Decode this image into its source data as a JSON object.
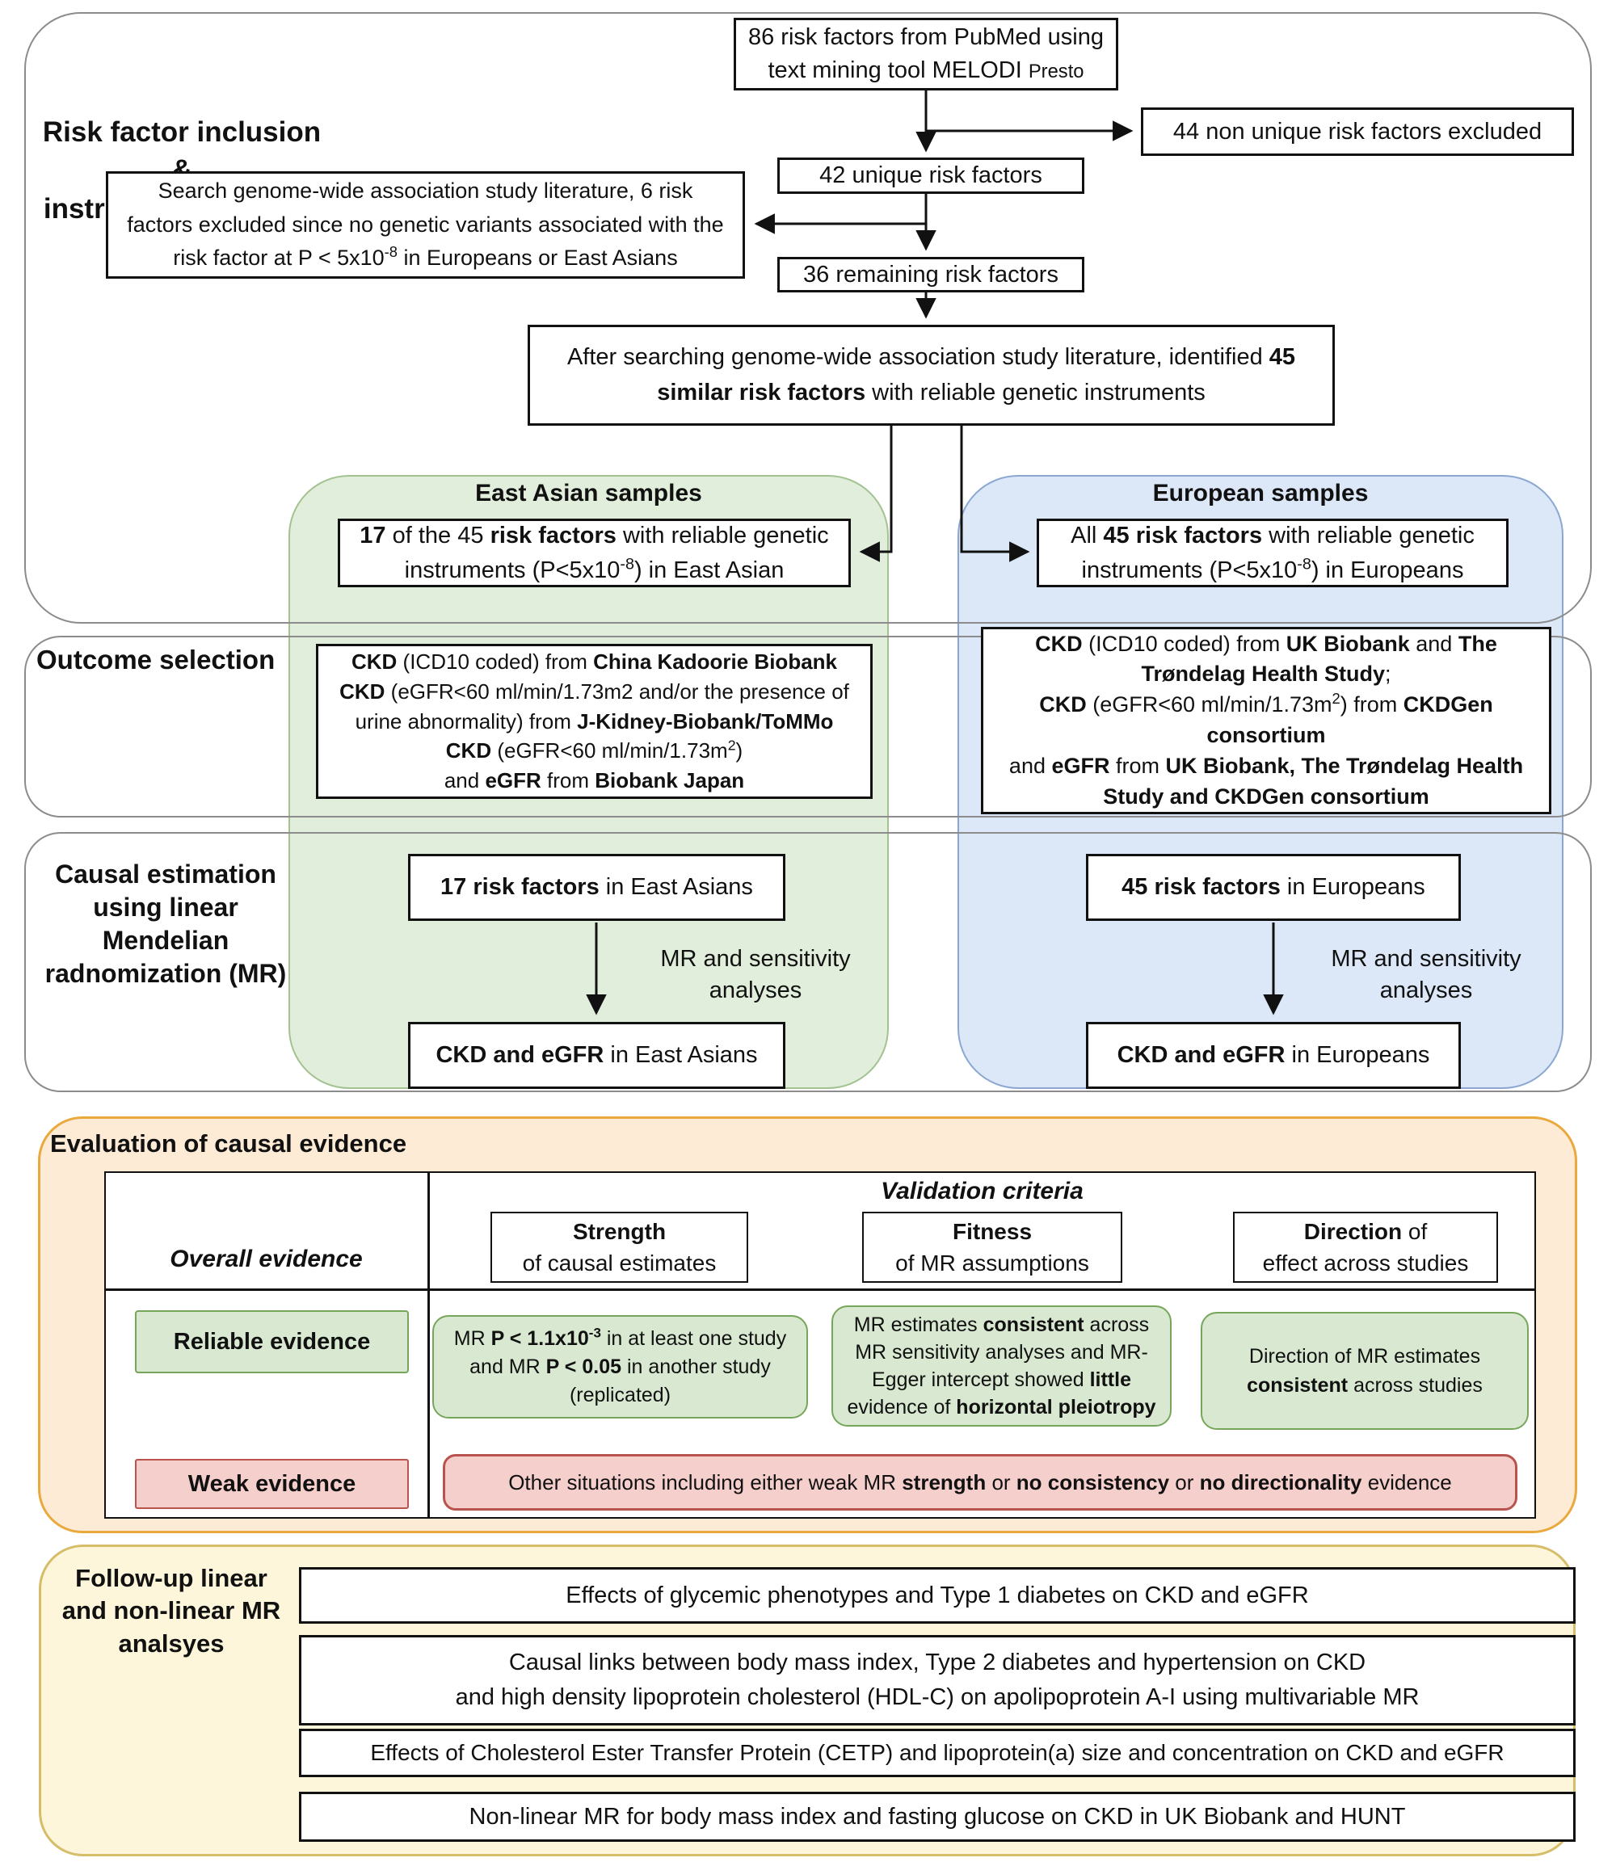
{
  "colors": {
    "green_fill": "#e1eedb",
    "green_border": "#a3c291",
    "blue_fill": "#dce8f8",
    "blue_border": "#8aa7d2",
    "eval_green_fill": "#d9e9d1",
    "eval_green_border": "#76a65a",
    "pink_fill": "#f5cfcc",
    "pink_border": "#b8534e",
    "orange_fill": "#fdebd5",
    "orange_border": "#e9a93e",
    "yellow_fill": "#fdf6da",
    "yellow_border": "#d5bd69",
    "section_border": "#8c8c8c",
    "box_border": "#111111",
    "arrow": "#111111"
  },
  "sections": {
    "inclusion": {
      "label": "Risk factor inclusion &\ninstrument selection"
    },
    "outcome": {
      "label": "Outcome selection"
    },
    "causal": {
      "label": "Causal estimation\nusing linear\nMendelian\nradnomization (MR)"
    }
  },
  "flow": {
    "box86": [
      {
        "t": "86 risk factors from PubMed using"
      },
      {
        "br": 1
      },
      {
        "t": "text mining tool MELODI "
      },
      {
        "t": "Presto",
        "sm": 1
      }
    ],
    "box44": "44 non unique risk factors excluded",
    "box42": "42 unique risk factors",
    "search": [
      {
        "t": "Search genome-wide association study literature, 6 risk"
      },
      {
        "br": 1
      },
      {
        "t": "factors excluded since no genetic variants associated with the"
      },
      {
        "br": 1
      },
      {
        "t": "risk factor at P < 5x10"
      },
      {
        "t": "-8",
        "sup": 1
      },
      {
        "t": " in Europeans or East Asians"
      }
    ],
    "box36": "36 remaining risk factors",
    "after": [
      {
        "t": "After searching genome-wide association study literature, identified "
      },
      {
        "t": "45",
        "b": 1
      },
      {
        "br": 1
      },
      {
        "t": "similar risk factors",
        "b": 1
      },
      {
        "t": " with reliable genetic instruments"
      }
    ]
  },
  "samples": {
    "east_asian": {
      "header": "East Asian samples",
      "box": [
        {
          "t": "17",
          "b": 1
        },
        {
          "t": " of the 45 "
        },
        {
          "t": "risk factors",
          "b": 1
        },
        {
          "t": " with reliable genetic"
        },
        {
          "br": 1
        },
        {
          "t": "instruments (P<5x10"
        },
        {
          "t": "-8",
          "sup": 1
        },
        {
          "t": ") in East Asian"
        }
      ]
    },
    "european": {
      "header": "European samples",
      "box": [
        {
          "t": "All "
        },
        {
          "t": "45 risk factors",
          "b": 1
        },
        {
          "t": " with reliable genetic"
        },
        {
          "br": 1
        },
        {
          "t": "instruments (P<5x10"
        },
        {
          "t": "-8",
          "sup": 1
        },
        {
          "t": ") in Europeans"
        }
      ]
    }
  },
  "outcome": {
    "east_asian": [
      {
        "t": "CKD",
        "b": 1
      },
      {
        "t": " (ICD10 coded) from "
      },
      {
        "t": "China Kadoorie Biobank",
        "b": 1
      },
      {
        "br": 1
      },
      {
        "t": "CKD",
        "b": 1
      },
      {
        "t": " (eGFR<60 ml/min/1.73m2 and/or the presence of"
      },
      {
        "br": 1
      },
      {
        "t": "urine abnormality) from "
      },
      {
        "t": "J-Kidney-Biobank/ToMMo",
        "b": 1
      },
      {
        "br": 1
      },
      {
        "t": "CKD",
        "b": 1
      },
      {
        "t": " (eGFR<60 ml/min/1.73m"
      },
      {
        "t": "2",
        "sup": 1
      },
      {
        "t": ")"
      },
      {
        "br": 1
      },
      {
        "t": "and "
      },
      {
        "t": "eGFR",
        "b": 1
      },
      {
        "t": " from "
      },
      {
        "t": "Biobank Japan",
        "b": 1
      }
    ],
    "european": [
      {
        "t": "CKD",
        "b": 1
      },
      {
        "t": " (ICD10 coded) from "
      },
      {
        "t": "UK Biobank",
        "b": 1
      },
      {
        "t": " and "
      },
      {
        "t": "The",
        "b": 1
      },
      {
        "br": 1
      },
      {
        "t": "Trøndelag Health Study",
        "b": 1
      },
      {
        "t": ";"
      },
      {
        "br": 1
      },
      {
        "t": "CKD",
        "b": 1
      },
      {
        "t": " (eGFR<60 ml/min/1.73m"
      },
      {
        "t": "2",
        "sup": 1
      },
      {
        "t": ") from "
      },
      {
        "t": "CKDGen",
        "b": 1
      },
      {
        "br": 1
      },
      {
        "t": "consortium",
        "b": 1
      },
      {
        "br": 1
      },
      {
        "t": "and "
      },
      {
        "t": "eGFR",
        "b": 1
      },
      {
        "t": " from "
      },
      {
        "t": "UK Biobank, The Trøndelag Health",
        "b": 1
      },
      {
        "br": 1
      },
      {
        "t": "Study and CKDGen consortium",
        "b": 1
      }
    ]
  },
  "causal": {
    "east_asian": {
      "top": [
        {
          "t": "17 risk factors",
          "b": 1
        },
        {
          "t": " in East Asians"
        }
      ],
      "note": "MR and sensitivity\nanalyses",
      "bottom": [
        {
          "t": "CKD and eGFR",
          "b": 1
        },
        {
          "t": " in East Asians"
        }
      ]
    },
    "european": {
      "top": [
        {
          "t": "45 risk factors",
          "b": 1
        },
        {
          "t": " in Europeans"
        }
      ],
      "note": "MR and sensitivity\nanalyses",
      "bottom": [
        {
          "t": "CKD and eGFR",
          "b": 1
        },
        {
          "t": " in Europeans"
        }
      ]
    }
  },
  "evaluation": {
    "title": "Evaluation of causal evidence",
    "overall_header": "Overall evidence",
    "validation_header": "Validation criteria",
    "columns": {
      "strength": [
        {
          "t": "Strength",
          "b": 1
        },
        {
          "br": 1
        },
        {
          "t": "of causal estimates"
        }
      ],
      "fitness": [
        {
          "t": "Fitness",
          "b": 1
        },
        {
          "br": 1
        },
        {
          "t": "of MR assumptions"
        }
      ],
      "direction": [
        {
          "t": "Direction",
          "b": 1
        },
        {
          "t": " of"
        },
        {
          "br": 1
        },
        {
          "t": "effect across studies"
        }
      ]
    },
    "reliable": {
      "label": "Reliable evidence",
      "strength": [
        {
          "t": "MR "
        },
        {
          "t": "P < 1.1x10",
          "b": 1
        },
        {
          "t": "-3",
          "b": 1,
          "sup": 1
        },
        {
          "t": " in at least one study"
        },
        {
          "br": 1
        },
        {
          "t": "and MR "
        },
        {
          "t": "P < 0.05",
          "b": 1
        },
        {
          "t": " in another study"
        },
        {
          "br": 1
        },
        {
          "t": "(replicated)"
        }
      ],
      "fitness": [
        {
          "t": "MR estimates "
        },
        {
          "t": "consistent",
          "b": 1
        },
        {
          "t": " across"
        },
        {
          "br": 1
        },
        {
          "t": "MR sensitivity analyses and MR-"
        },
        {
          "br": 1
        },
        {
          "t": "Egger intercept showed "
        },
        {
          "t": "little",
          "b": 1
        },
        {
          "br": 1
        },
        {
          "t": "evidence of "
        },
        {
          "t": "horizontal pleiotropy",
          "b": 1
        }
      ],
      "direction": [
        {
          "t": "Direction of MR estimates"
        },
        {
          "br": 1
        },
        {
          "t": "consistent",
          "b": 1
        },
        {
          "t": " across studies"
        }
      ]
    },
    "weak": {
      "label": "Weak evidence",
      "text": [
        {
          "t": "Other situations including either weak MR "
        },
        {
          "t": "strength",
          "b": 1
        },
        {
          "t": " or "
        },
        {
          "t": "no consistency",
          "b": 1
        },
        {
          "t": " or "
        },
        {
          "t": "no directionality",
          "b": 1
        },
        {
          "t": " evidence"
        }
      ]
    }
  },
  "followup": {
    "label": "Follow-up linear\nand non-linear MR\nanalsyes",
    "items": [
      "Effects of glycemic phenotypes and Type 1 diabetes on CKD and eGFR",
      "Causal links between body mass index, Type 2 diabetes and hypertension on CKD\nand high density lipoprotein cholesterol (HDL-C) on apolipoprotein A-I using multivariable MR",
      "Effects of Cholesterol Ester Transfer Protein (CETP) and lipoprotein(a) size and concentration on CKD and eGFR",
      "Non-linear MR for body mass index and fasting glucose on CKD in UK Biobank and HUNT"
    ]
  }
}
